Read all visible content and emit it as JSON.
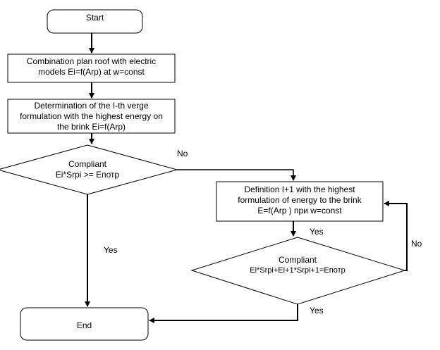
{
  "nodes": {
    "start": {
      "label": "Start"
    },
    "combination": {
      "lines": [
        "Combination plan roof with electric",
        "models Ei=f(Arp) at w=const"
      ]
    },
    "determination": {
      "lines": [
        "Determination of the I-th verge",
        "formulation with the highest energy on",
        "the brink Ei=f(Arp)"
      ]
    },
    "compliant1": {
      "lines": [
        "Compliant",
        "Ei*Srpi >= Eпотр"
      ]
    },
    "definition": {
      "lines": [
        "Definition I+1 with the highest",
        "formulation of energy to the brink",
        "E=f(Arp ) при w=const"
      ]
    },
    "compliant2": {
      "lines": [
        "Compliant",
        "Ei*Srpi+Ei+1*Srpi+1=Eпотр"
      ]
    },
    "end": {
      "label": "End"
    }
  },
  "edges": {
    "no1": "No",
    "yes1": "Yes",
    "yes2": "Yes",
    "no2": "No",
    "yes3": "Yes"
  }
}
